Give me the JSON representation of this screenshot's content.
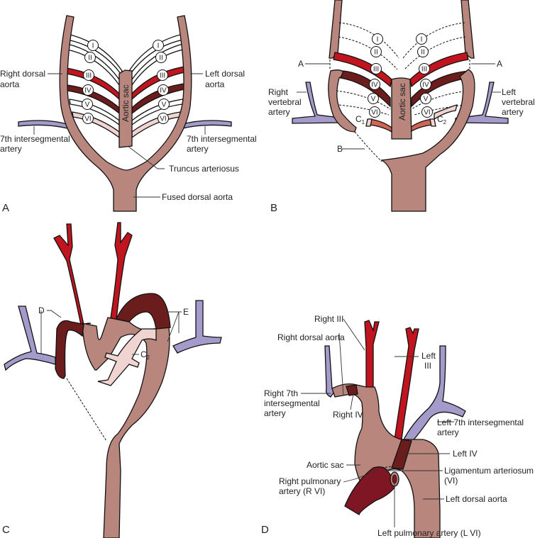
{
  "colors": {
    "vessel": "#b9867d",
    "third_arch": "#c0141f",
    "fourth_arch": "#6b1d1d",
    "sixth_arch": "#f0d4d2",
    "intersegmental": "#a59bca",
    "pulmonary": "#7e1624",
    "b_sixth": "#cf6457",
    "outline": "#111111"
  },
  "panels": {
    "A": {
      "letter": "A",
      "arch_numerals": [
        "I",
        "II",
        "III",
        "IV",
        "V",
        "VI"
      ],
      "aortic_sac": "Aortic sac",
      "labels": {
        "right_dorsal_aorta": [
          "Right dorsal",
          "aorta"
        ],
        "left_dorsal_aorta": [
          "Left dorsal",
          "aorta"
        ],
        "right_7th": [
          "7th intersegmental",
          "artery"
        ],
        "left_7th": [
          "7th intersegmental",
          "artery"
        ],
        "truncus": "Truncus arteriosus",
        "fused": "Fused dorsal aorta"
      }
    },
    "B": {
      "letter": "B",
      "arch_numerals": [
        "I",
        "II",
        "III",
        "IV",
        "V",
        "VI"
      ],
      "aortic_sac": "Aortic sac",
      "labels": {
        "a_left": "A",
        "a_right": "A",
        "b": "B",
        "c1": "C",
        "c1_sub": "1",
        "c2": "C",
        "c2_sub": "2",
        "right_vertebral": [
          "Right",
          "vertebral",
          "artery"
        ],
        "left_vertebral": [
          "Left",
          "vertebral",
          "artery"
        ]
      }
    },
    "C": {
      "letter": "C",
      "labels": {
        "d": "D",
        "e": "E",
        "c2": "C",
        "c2_sub": "2"
      }
    },
    "D": {
      "letter": "D",
      "labels": {
        "right_iii": "Right III",
        "right_dorsal_aorta": "Right dorsal aorta",
        "left_iii": [
          "Left",
          "III"
        ],
        "right_7th": [
          "Right 7th",
          "intersegmental",
          "artery"
        ],
        "right_iv": "Right IV",
        "left_7th": [
          "Left 7th intersegmental",
          "artery"
        ],
        "left_iv": "Left IV",
        "aortic_sac": "Aortic sac",
        "ligamentum": [
          "Ligamentum arteriosum",
          "(VI)"
        ],
        "right_pulmonary": [
          "Right pulmonary",
          "artery (R VI)"
        ],
        "left_dorsal_aorta": "Left dorsal aorta",
        "left_pulmonary": "Left pulmonary artery (L VI)"
      }
    }
  }
}
